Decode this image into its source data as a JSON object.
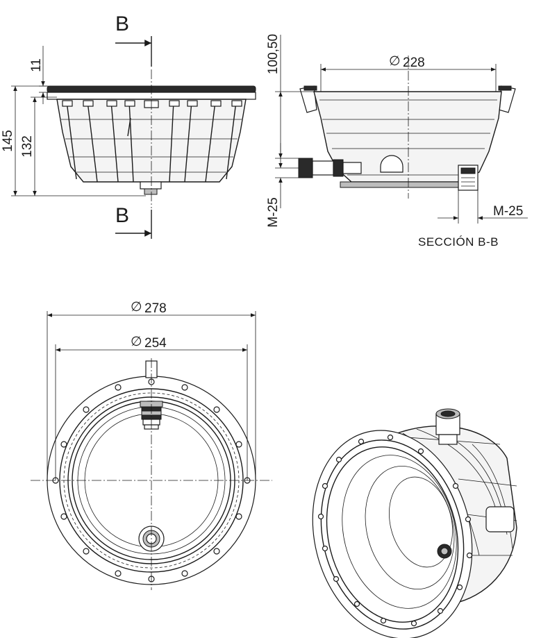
{
  "dimensions": {
    "flange_thickness": "11",
    "total_height": "145",
    "body_height": "132",
    "section_depth": "100,50",
    "inner_diameter": "228",
    "outer_diameter": "278",
    "flange_diameter": "254",
    "conduit_left": "M-25",
    "conduit_right": "M-25"
  },
  "symbols": {
    "diameter": "∅"
  },
  "section": {
    "marker": "B",
    "caption": "SECCIÓN B-B"
  }
}
